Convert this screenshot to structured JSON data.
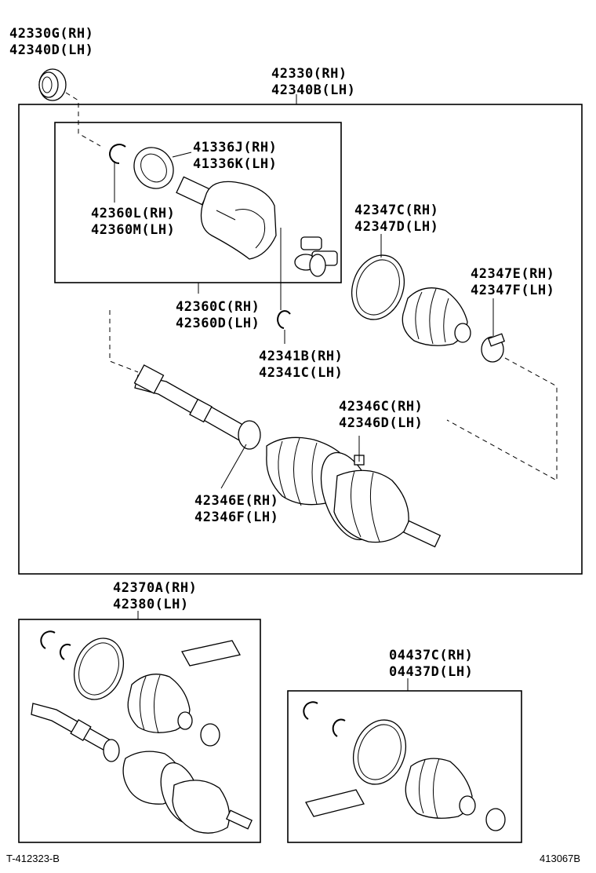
{
  "part_labels": {
    "p42330G": [
      "42330G(RH)",
      "42340D(LH)"
    ],
    "p42330": [
      "42330(RH)",
      "42340B(LH)"
    ],
    "p41336J": [
      "41336J(RH)",
      "41336K(LH)"
    ],
    "p42360L": [
      "42360L(RH)",
      "42360M(LH)"
    ],
    "p42347C": [
      "42347C(RH)",
      "42347D(LH)"
    ],
    "p42347E": [
      "42347E(RH)",
      "42347F(LH)"
    ],
    "p42360C": [
      "42360C(RH)",
      "42360D(LH)"
    ],
    "p42341B": [
      "42341B(RH)",
      "42341C(LH)"
    ],
    "p42346C": [
      "42346C(RH)",
      "42346D(LH)"
    ],
    "p42346E": [
      "42346E(RH)",
      "42346F(LH)"
    ],
    "p42370A": [
      "42370A(RH)",
      "42380(LH)"
    ],
    "p04437C": [
      "04437C(RH)",
      "04437D(LH)"
    ]
  },
  "footer": {
    "left_code": "T-412323-B",
    "right_code": "413067B"
  }
}
